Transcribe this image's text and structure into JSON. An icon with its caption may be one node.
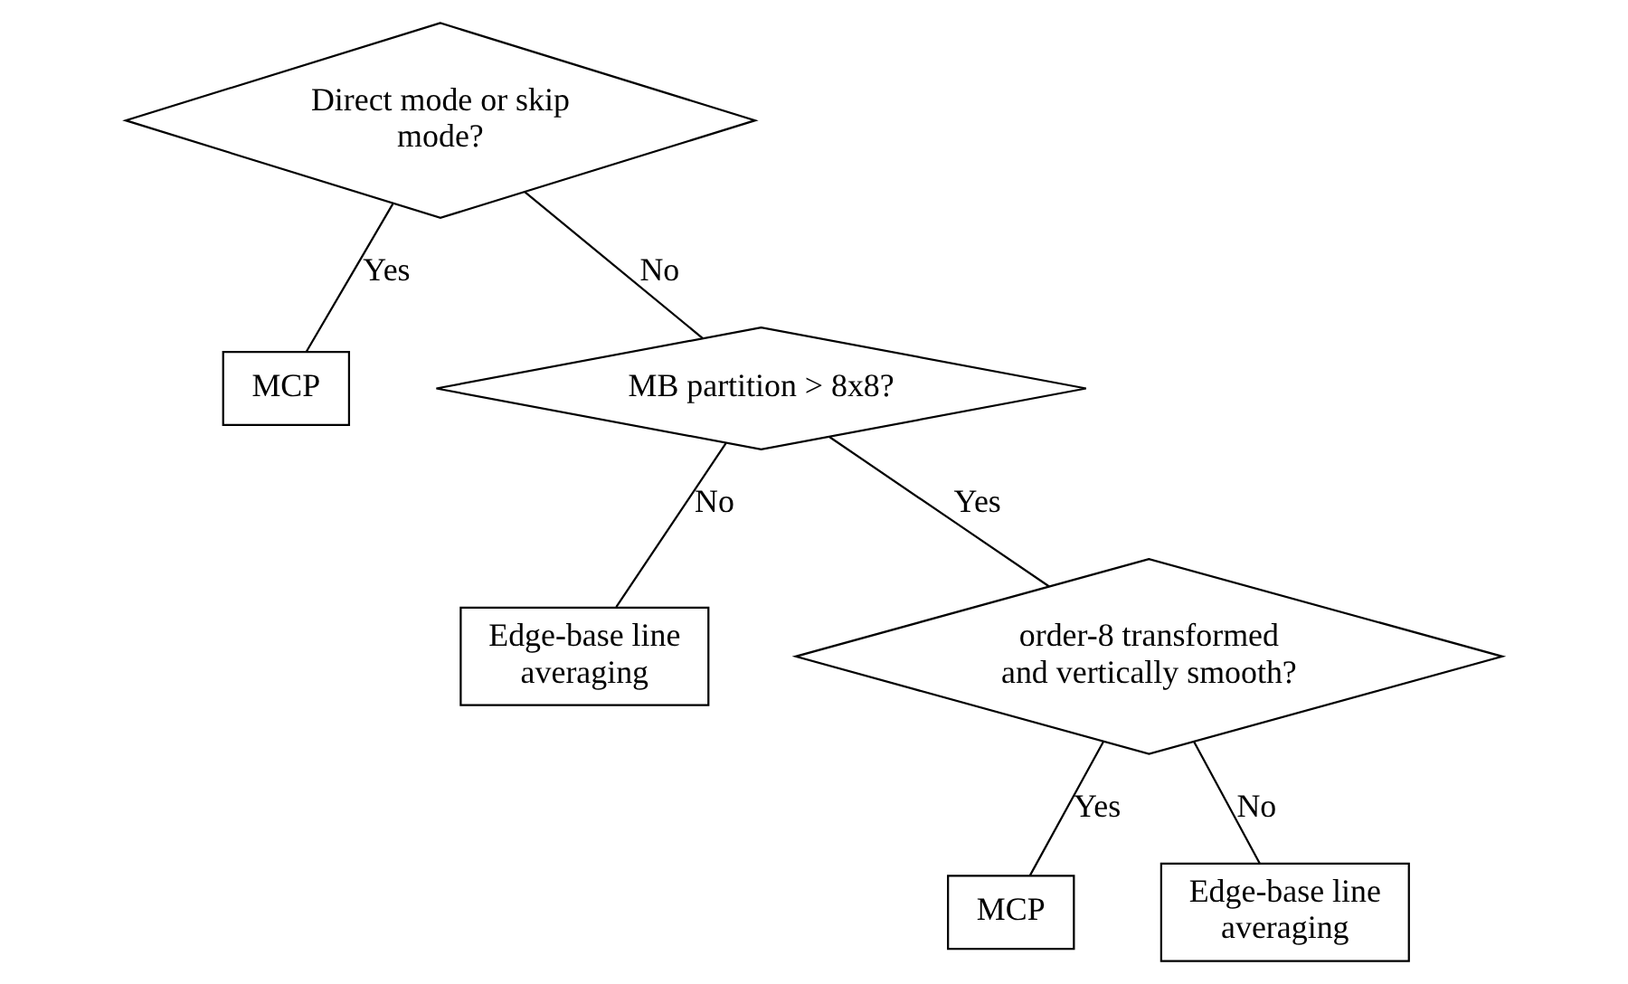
{
  "diagram": {
    "nodes": [
      {
        "text": [
          "Direct mode or skip mode?"
        ]
      },
      {
        "text": [
          "MCP"
        ]
      },
      {
        "text": [
          "MB partition > 8x8?"
        ]
      },
      {
        "text": [
          "Edge-base line averaging"
        ]
      },
      {
        "text": [
          "order-8 transformed and vertically smooth?"
        ]
      },
      {
        "text": [
          "MCP"
        ]
      },
      {
        "text": [
          "Edge-base line averaging"
        ]
      }
    ],
    "edges": [
      {
        "from": 0,
        "to": 1,
        "arrow": "none",
        "label": "Yes"
      },
      {
        "from": 0,
        "to": 2,
        "arrow": "none",
        "label": "No"
      },
      {
        "from": 2,
        "to": 4,
        "arrow": "none",
        "label": "Yes"
      },
      {
        "from": 2,
        "to": 3,
        "arrow": "none",
        "label": "No"
      },
      {
        "from": 4,
        "to": 5,
        "arrow": "none",
        "label": "Yes"
      },
      {
        "from": 4,
        "to": 6,
        "arrow": "none",
        "label": "No"
      }
    ]
  }
}
